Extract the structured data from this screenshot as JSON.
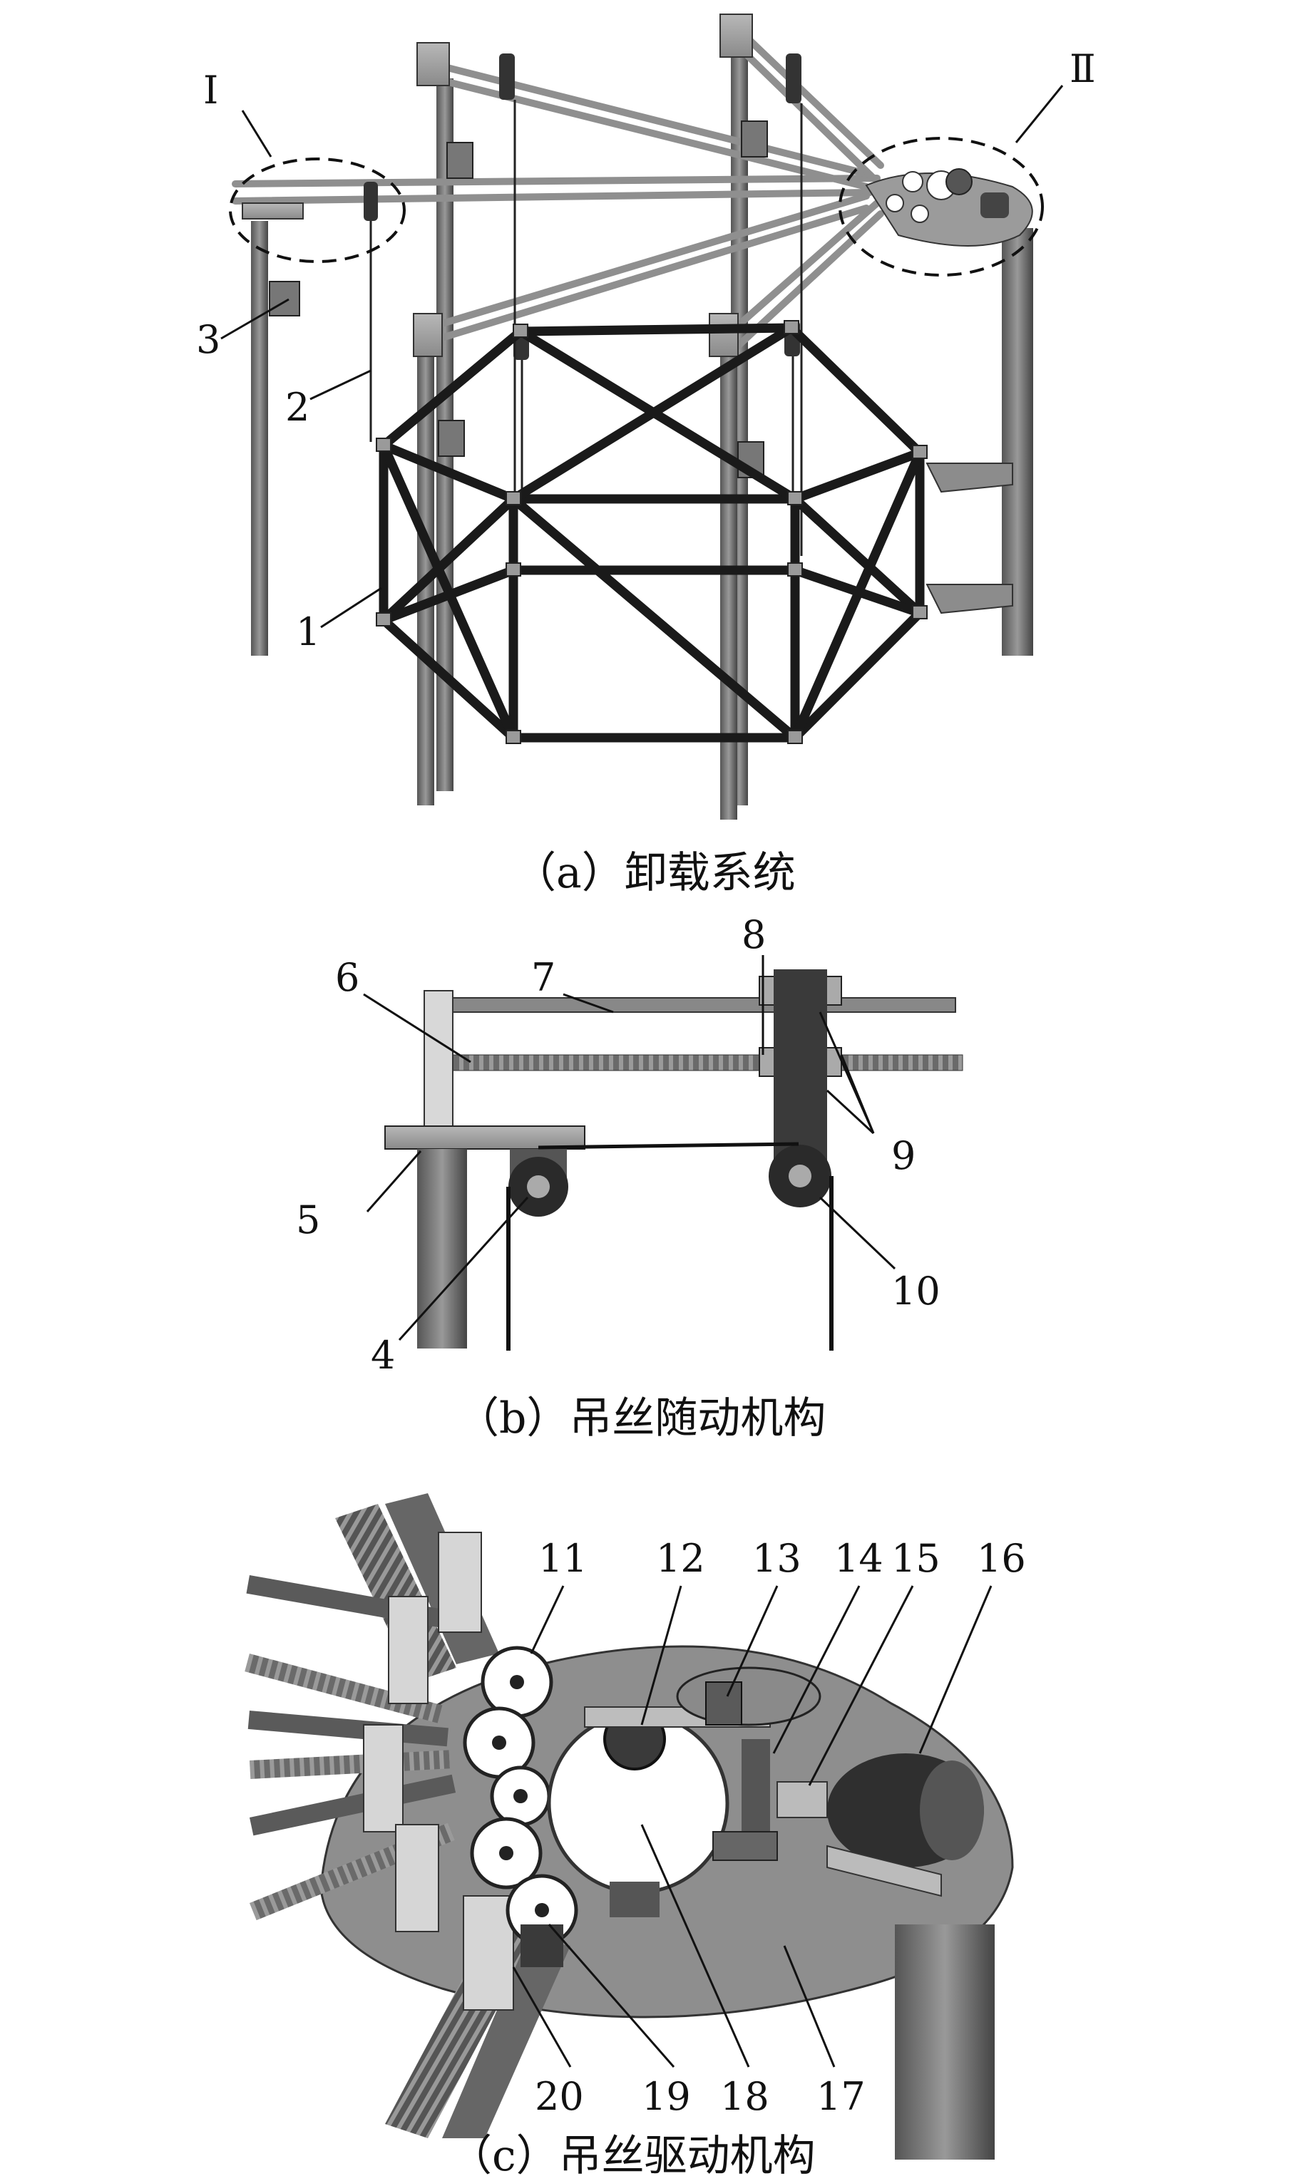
{
  "panels": [
    {
      "id": "a",
      "caption": "（a）卸载系统",
      "labels": [
        "Ⅰ",
        "Ⅱ",
        "1",
        "2",
        "3"
      ]
    },
    {
      "id": "b",
      "caption": "（b）吊丝随动机构",
      "labels": [
        "4",
        "5",
        "6",
        "7",
        "8",
        "9",
        "10"
      ]
    },
    {
      "id": "c",
      "caption": "（c）吊丝驱动机构",
      "labels": [
        "11",
        "12",
        "13",
        "14",
        "15",
        "16",
        "17",
        "18",
        "19",
        "20"
      ]
    }
  ]
}
